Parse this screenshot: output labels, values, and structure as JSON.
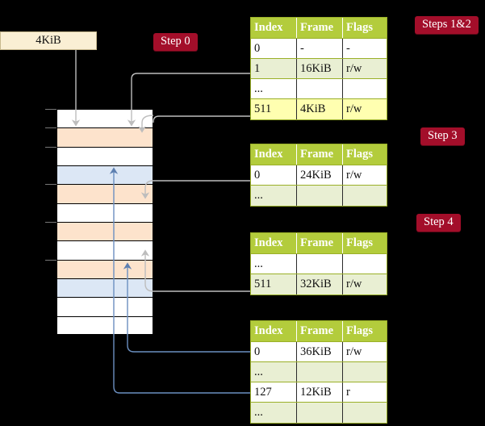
{
  "diagram": {
    "title_hidden": "",
    "colors": {
      "table_header": "#b3cc3c",
      "table_alt_row": "#e9efd3",
      "highlight": "#ffffb0",
      "badge": "#a30e2a",
      "frame_box": "#faefd4",
      "mem_orange": "#fde3cc",
      "mem_blue": "#dce7f5",
      "gray_arrow": "#bdbdbd",
      "blue_arrow": "#6b8fc0"
    }
  },
  "frame_box": {
    "label": "4KiB"
  },
  "badges": [
    {
      "name": "step-0",
      "label": "Step 0"
    },
    {
      "name": "steps-1-2",
      "label": "Steps 1&2"
    },
    {
      "name": "step-3",
      "label": "Step 3"
    },
    {
      "name": "step-4",
      "label": "Step 4"
    }
  ],
  "columns": [
    "Index",
    "Frame",
    "Flags"
  ],
  "tables": [
    {
      "name": "page-table-level-1",
      "headers": [
        "Index",
        "Frame",
        "Flags"
      ],
      "rows": [
        {
          "index": "0",
          "frame": "-",
          "flags": "-",
          "style": "plain"
        },
        {
          "index": "1",
          "frame": "16KiB",
          "flags": "r/w",
          "style": "alt"
        },
        {
          "index": "...",
          "frame": "",
          "flags": "",
          "style": "plain"
        },
        {
          "index": "511",
          "frame": "4KiB",
          "flags": "r/w",
          "style": "highlight"
        }
      ]
    },
    {
      "name": "page-table-level-2",
      "headers": [
        "Index",
        "Frame",
        "Flags"
      ],
      "rows": [
        {
          "index": "0",
          "frame": "24KiB",
          "flags": "r/w",
          "style": "plain"
        },
        {
          "index": "...",
          "frame": "",
          "flags": "",
          "style": "alt"
        }
      ]
    },
    {
      "name": "page-table-level-3",
      "headers": [
        "Index",
        "Frame",
        "Flags"
      ],
      "rows": [
        {
          "index": "...",
          "frame": "",
          "flags": "",
          "style": "plain"
        },
        {
          "index": "511",
          "frame": "32KiB",
          "flags": "r/w",
          "style": "alt"
        }
      ]
    },
    {
      "name": "page-table-level-4",
      "headers": [
        "Index",
        "Frame",
        "Flags"
      ],
      "rows": [
        {
          "index": "0",
          "frame": "36KiB",
          "flags": "r/w",
          "style": "plain"
        },
        {
          "index": "...",
          "frame": "",
          "flags": "",
          "style": "alt"
        },
        {
          "index": "127",
          "frame": "12KiB",
          "flags": "r",
          "style": "plain"
        },
        {
          "index": "...",
          "frame": "",
          "flags": "",
          "style": "alt"
        }
      ]
    }
  ],
  "memory_column": {
    "name": "physical-memory-column",
    "row_count": 12,
    "rows": [
      {
        "fill": "white"
      },
      {
        "fill": "orange"
      },
      {
        "fill": "white"
      },
      {
        "fill": "blue"
      },
      {
        "fill": "orange"
      },
      {
        "fill": "white"
      },
      {
        "fill": "orange"
      },
      {
        "fill": "white"
      },
      {
        "fill": "orange"
      },
      {
        "fill": "blue"
      },
      {
        "fill": "white"
      },
      {
        "fill": "white"
      }
    ]
  }
}
